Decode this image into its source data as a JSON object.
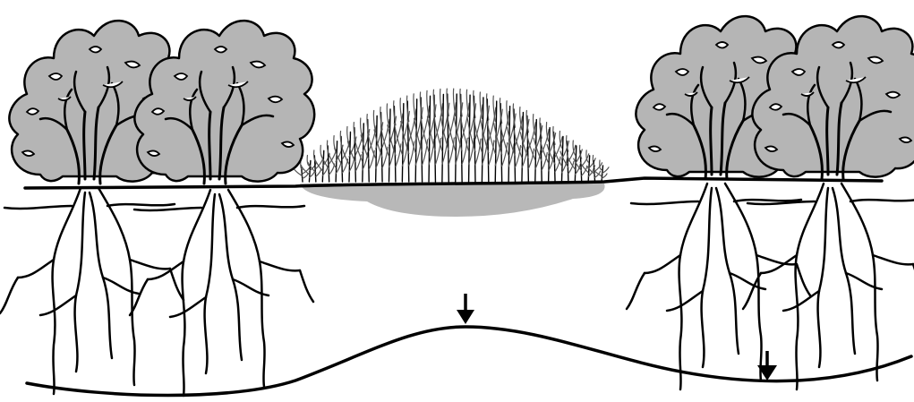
{
  "diagram": {
    "colors": {
      "canopy_fill": "#b5b5b5",
      "crop_root_zone_fill": "#b8b8b8",
      "line": "#000000",
      "background": "#ffffff"
    },
    "elements": [
      {
        "name": "tree",
        "count": 4,
        "groups": [
          "left-pair",
          "right-pair"
        ]
      },
      {
        "name": "crop-field",
        "position": "center"
      },
      {
        "name": "tree-roots",
        "count": 4
      },
      {
        "name": "crop-root-zone",
        "position": "center"
      },
      {
        "name": "ground-surface"
      },
      {
        "name": "water-table",
        "shape": "rises under crop field, dips under trees"
      },
      {
        "name": "down-arrow",
        "count": 2,
        "direction": "down"
      }
    ]
  }
}
